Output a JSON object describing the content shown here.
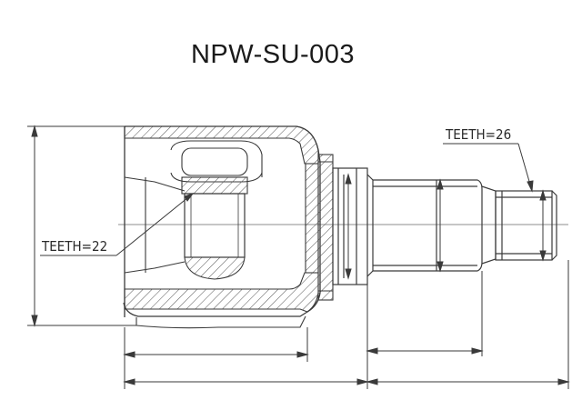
{
  "title": "NPW-SU-003",
  "labels": {
    "inner_teeth": "TEETH=22",
    "outer_teeth": "TEETH=26"
  },
  "colors": {
    "line": "#3a3a3a",
    "hatch": "#555555",
    "background": "#ffffff"
  }
}
